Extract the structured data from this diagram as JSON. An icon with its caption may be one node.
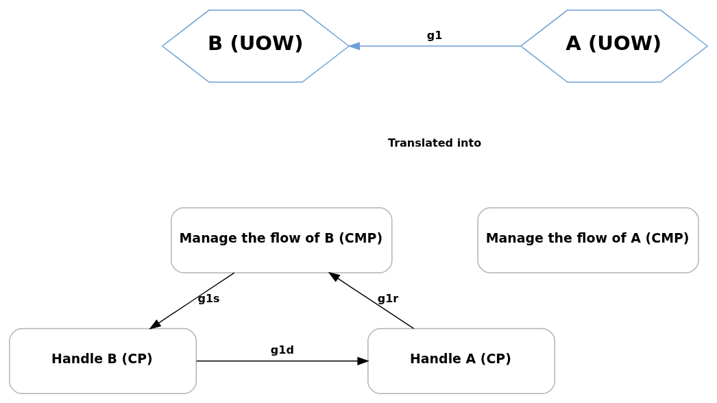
{
  "diagram": {
    "nodes": [
      {
        "text": [
          "B (UOW)"
        ]
      },
      {
        "text": [
          "A (UOW)"
        ]
      },
      {
        "text": [
          "Manage the flow of B (CMP)"
        ]
      },
      {
        "text": [
          "Manage the flow of A (CMP)"
        ]
      },
      {
        "text": [
          "Handle A (CP)"
        ]
      },
      {
        "text": [
          "Handle B (CP)"
        ]
      }
    ],
    "edges": [
      {
        "from": 1,
        "to": 0,
        "arrow": "to",
        "label": "g1",
        "color": "#6f9fd8"
      },
      {
        "from": 4,
        "to": 2,
        "arrow": "to",
        "label": "g1r"
      },
      {
        "from": 2,
        "to": 5,
        "arrow": "to",
        "label": "g1s"
      },
      {
        "from": 5,
        "to": 4,
        "arrow": "to",
        "label": "g1d"
      }
    ],
    "labels": [
      "Translated into"
    ]
  }
}
